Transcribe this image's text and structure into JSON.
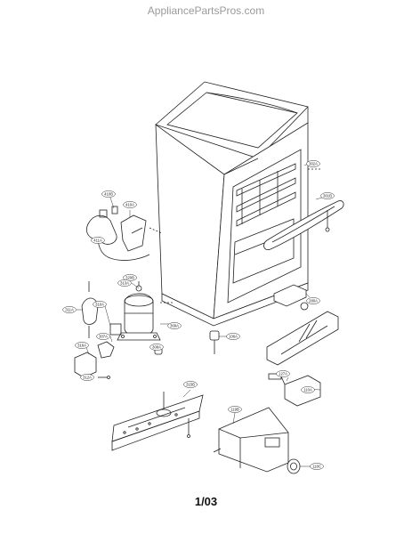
{
  "header": {
    "watermark": "AppliancePartsPros.com"
  },
  "footer": {
    "page_number": "1/03"
  },
  "callouts": [
    {
      "id": "302A"
    },
    {
      "id": "301B"
    },
    {
      "id": "410B"
    },
    {
      "id": "410A"
    },
    {
      "id": "411A"
    },
    {
      "id": "320B"
    },
    {
      "id": "313A"
    },
    {
      "id": "311A"
    },
    {
      "id": "310A"
    },
    {
      "id": "309A"
    },
    {
      "id": "307A"
    },
    {
      "id": "308A"
    },
    {
      "id": "316A"
    },
    {
      "id": "312A"
    },
    {
      "id": "106A"
    },
    {
      "id": "280A"
    },
    {
      "id": "127A"
    },
    {
      "id": "110A"
    },
    {
      "id": "315B"
    },
    {
      "id": "119B"
    },
    {
      "id": "118C"
    }
  ]
}
